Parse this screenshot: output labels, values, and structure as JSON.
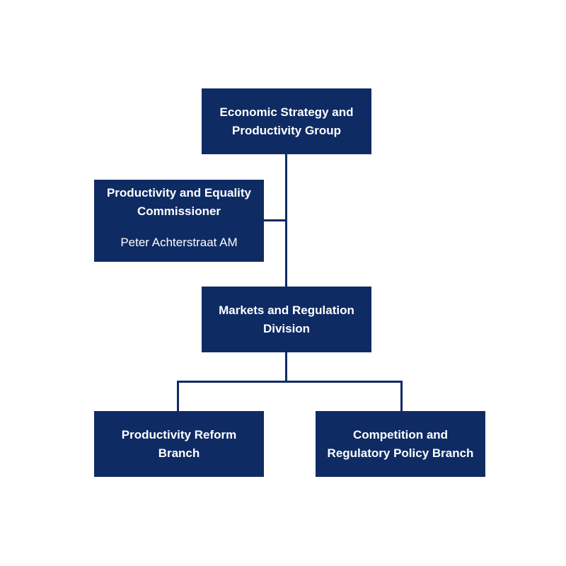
{
  "colors": {
    "box_fill": "#0f2b64",
    "box_text": "#ffffff",
    "connector": "#0f2b64",
    "background": "#ffffff"
  },
  "nodes": {
    "group": {
      "title": "Economic Strategy and Productivity Group"
    },
    "commissioner": {
      "title": "Productivity and Equality Commissioner",
      "person": "Peter Achterstraat AM"
    },
    "division": {
      "title": "Markets and Regulation Division"
    },
    "reform_branch": {
      "title": "Productivity Reform Branch"
    },
    "competition_branch": {
      "title": "Competition and Regulatory Policy Branch"
    }
  }
}
